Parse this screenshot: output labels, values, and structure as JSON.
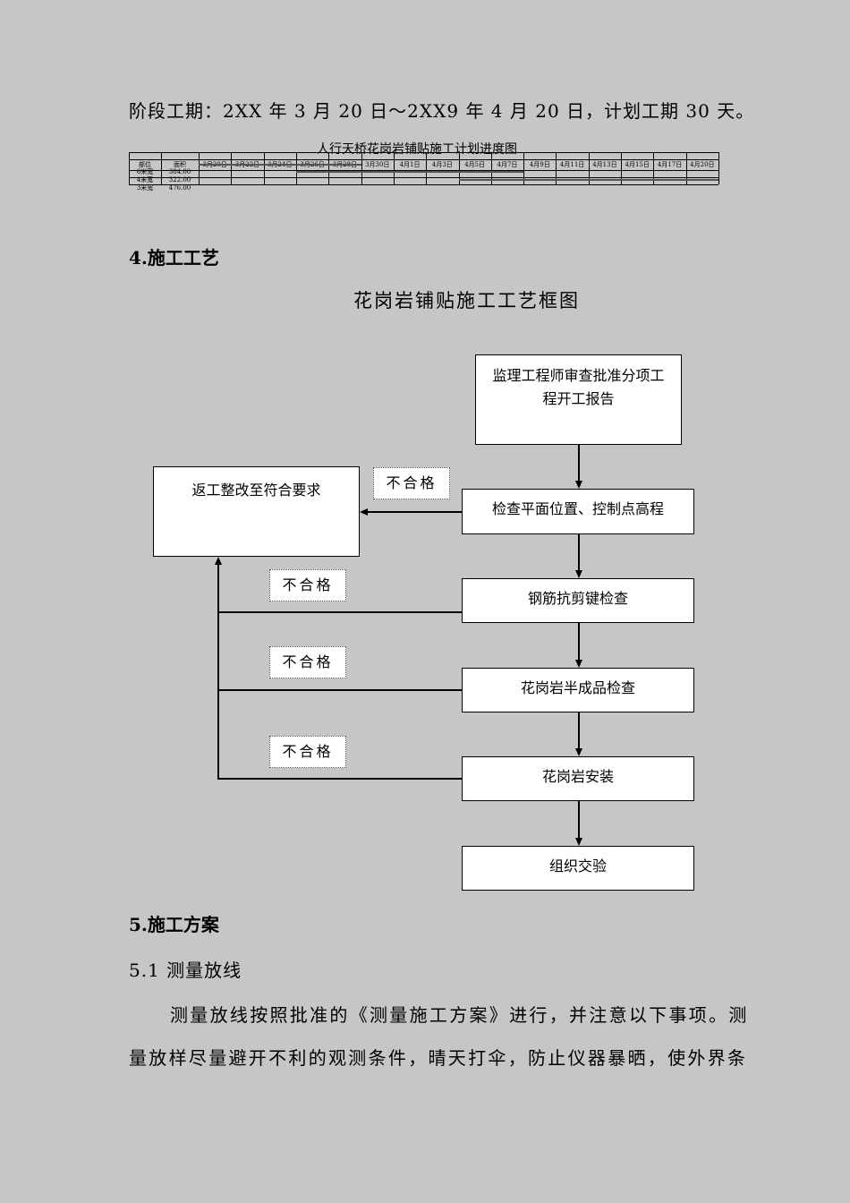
{
  "schedule_line": "阶段工期：2XX 年 3 月 20 日～2XX9 年 4 月 20 日，计划工期 30 天。",
  "gantt": {
    "title": "人行天桥花岗岩铺贴施工计划进度图",
    "headers": {
      "part": "部位",
      "area": "面积"
    },
    "dates": [
      "3月20日",
      "3月22日",
      "3月24日",
      "3月26日",
      "3月28日",
      "3月30日",
      "4月1日",
      "4月3日",
      "4月5日",
      "4月7日",
      "4月9日",
      "4月11日",
      "4月13日",
      "4月15日",
      "4月17日",
      "4月20日"
    ],
    "rows": [
      {
        "part": "6米宽",
        "area": "384.00",
        "start_index": 0,
        "end_index": 5
      },
      {
        "part": "4米宽",
        "area": "322.00",
        "start_index": 3,
        "end_index": 10
      },
      {
        "part": "3米宽",
        "area": "476.00",
        "start_index": 8,
        "end_index": 16
      }
    ]
  },
  "section4": {
    "heading": "4.施工工艺",
    "chart_title": "花岗岩铺贴施工工艺框图"
  },
  "flow": {
    "approval": "监理工程师审查批准分项工程开工报告",
    "rework": "返工整改至符合要求",
    "check_position": "检查平面位置、控制点高程",
    "check_rebar": "钢筋抗剪键检查",
    "check_semi": "花岗岩半成品检查",
    "install": "花岗岩安装",
    "acceptance": "组织交验",
    "fail_label": "不合格"
  },
  "section5": {
    "heading": "5.施工方案",
    "sub": "5.1 测量放线",
    "para_line1": "测量放线按照批准的《测量施工方案》进行，并注意以下事项。测",
    "para_line2": "量放样尽量避开不利的观测条件，晴天打伞，防止仪器暴晒，使外界条"
  }
}
